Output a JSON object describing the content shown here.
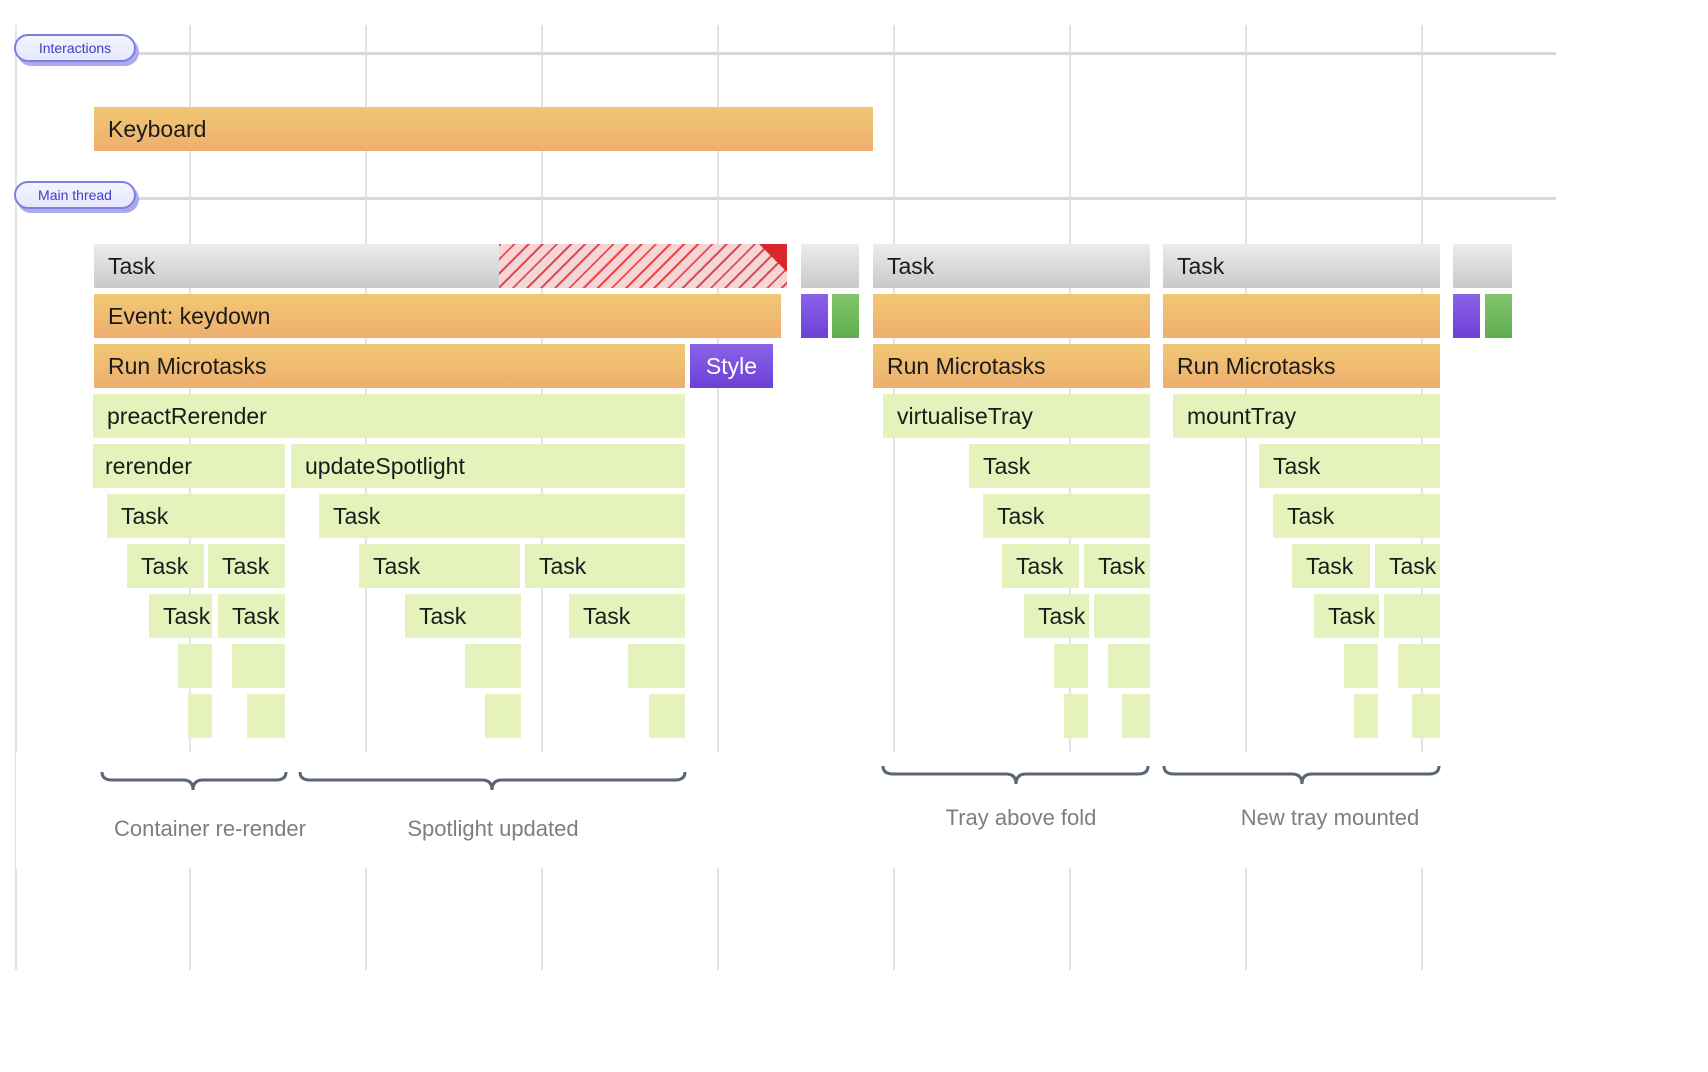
{
  "tracks": {
    "interactions_label": "Interactions",
    "main_thread_label": "Main thread"
  },
  "interactions": {
    "keyboard": "Keyboard"
  },
  "flame": {
    "task_main": "Task",
    "event_keydown": "Event: keydown",
    "run_microtasks_1": "Run Microtasks",
    "style": "Style",
    "preact_rerender": "preactRerender",
    "rerender": "rerender",
    "update_spotlight": "updateSpotlight",
    "task": "Task",
    "task_2": "Task",
    "run_microtasks_2": "Run Microtasks",
    "virtualise_tray": "virtualiseTray",
    "task_3": "Task",
    "run_microtasks_3": "Run Microtasks",
    "mount_tray": "mountTray"
  },
  "annotations": {
    "container_rerender": "Container re-render",
    "spotlight_updated": "Spotlight updated",
    "tray_above_fold": "Tray above fold",
    "new_tray_mounted": "New tray mounted"
  },
  "colors": {
    "long_task_warning": "#d8282e",
    "js_green": "#e5f2bb",
    "event_orange": "#eeae6f",
    "style_purple": "#6d3fd6",
    "paint_green": "#5fae50"
  }
}
